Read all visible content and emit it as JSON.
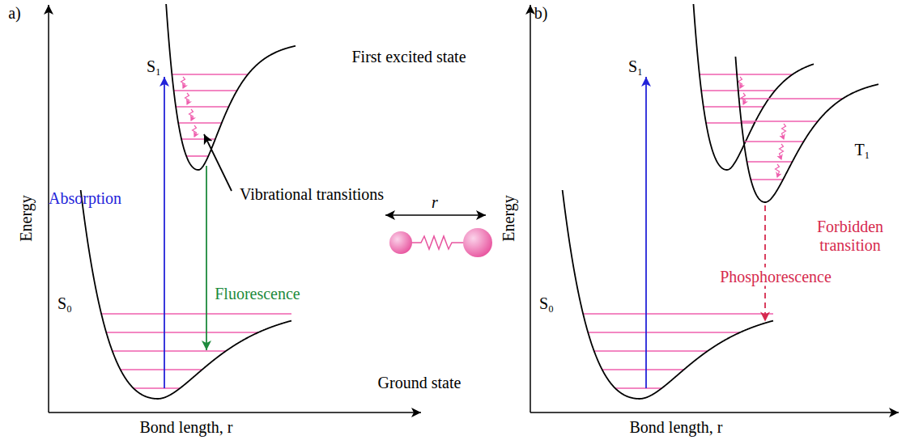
{
  "diagram": {
    "labels": [
      "a)",
      "b)",
      "First excited state",
      "S₁",
      "Absorption",
      "Vibrational transitions",
      "Fluorescence",
      "r",
      "S₀",
      "Ground state",
      "Energy",
      "Bond length, r",
      "S₁",
      "T₁",
      "Forbidden transition",
      "Phosphorescence",
      "S₀",
      "Energy",
      "Bond length, r"
    ]
  }
}
